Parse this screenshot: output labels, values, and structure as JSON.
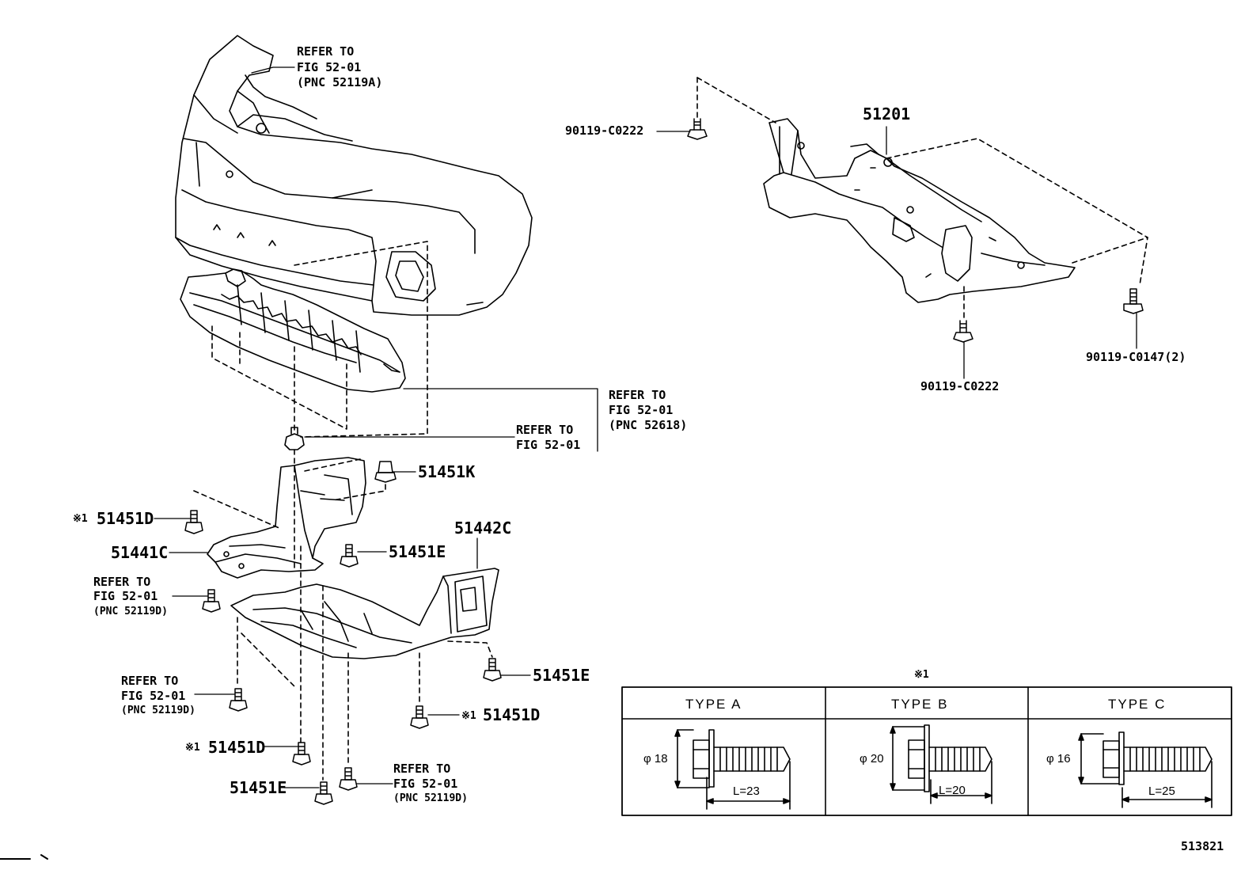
{
  "refer_bumper": {
    "line1": "REFER TO",
    "line2": "FIG 52-01",
    "line3": "(PNC 52119A)"
  },
  "refer_absorber": {
    "line1": "REFER TO",
    "line2": "FIG 52-01",
    "line3": "(PNC 52618)"
  },
  "refer_clip": {
    "line1": "REFER TO",
    "line2": "FIG 52-01"
  },
  "refer_left_upper": {
    "line1": "REFER TO",
    "line2": "FIG 52-01",
    "line3": "(PNC 52119D)"
  },
  "refer_left_lower": {
    "line1": "REFER TO",
    "line2": "FIG 52-01",
    "line3": "(PNC 52119D)"
  },
  "refer_bottom": {
    "line1": "REFER TO",
    "line2": "FIG 52-01",
    "line3": "(PNC 52119D)"
  },
  "parts": {
    "p51201": "51201",
    "p90119_c0222_top": "90119-C0222",
    "p90119_c0222_bottom": "90119-C0222",
    "p90119_c0147": "90119-C0147(2)",
    "p51451k": "51451K",
    "p51451d_a": "51451D",
    "p51441c": "51441C",
    "p51451e_a": "51451E",
    "p51442c": "51442C",
    "p51451e_b": "51451E",
    "p51451d_b": "51451D",
    "p51451d_c": "51451D",
    "p51451e_c": "51451E"
  },
  "note_mark": "※1",
  "table": {
    "title": "※1",
    "types": [
      {
        "label": "TYPE A",
        "diameter": "18",
        "length": "L=23"
      },
      {
        "label": "TYPE B",
        "diameter": "20",
        "length": "L=20"
      },
      {
        "label": "TYPE C",
        "diameter": "16",
        "length": "L=25"
      }
    ],
    "phi": "φ"
  },
  "figure_id": "513821"
}
